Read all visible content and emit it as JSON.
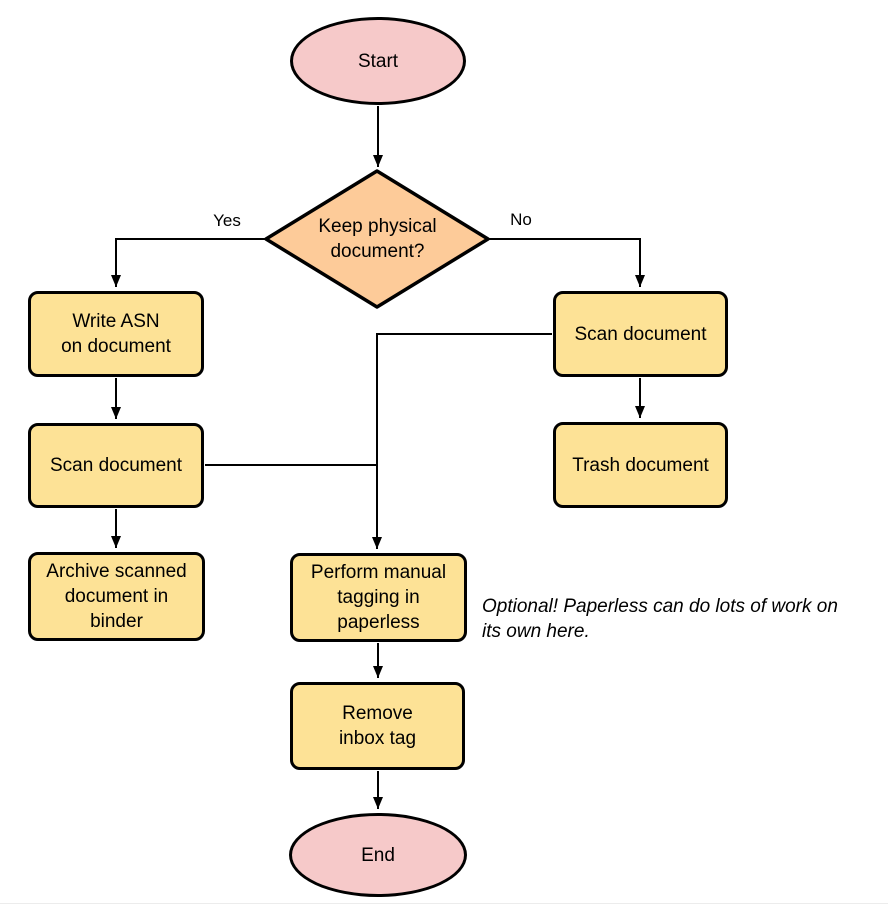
{
  "colors": {
    "terminal_fill": "#F6C9C9",
    "decision_fill": "#FDCB99",
    "process_fill": "#FDE296",
    "stroke": "#000000"
  },
  "nodes": {
    "start": {
      "label": "Start"
    },
    "decision": {
      "label": "Keep physical\ndocument?"
    },
    "write_asn": {
      "label": "Write ASN\non document"
    },
    "scan_left": {
      "label": "Scan document"
    },
    "archive": {
      "label": "Archive scanned\ndocument in\nbinder"
    },
    "scan_right": {
      "label": "Scan document"
    },
    "trash": {
      "label": "Trash document"
    },
    "perform_tagging": {
      "label": "Perform manual\ntagging in\npaperless"
    },
    "remove_inbox": {
      "label": "Remove\ninbox tag"
    },
    "end": {
      "label": "End"
    }
  },
  "edge_labels": {
    "yes": "Yes",
    "no": "No"
  },
  "note": {
    "text": "Optional! Paperless can do lots of work on\nits own here."
  }
}
